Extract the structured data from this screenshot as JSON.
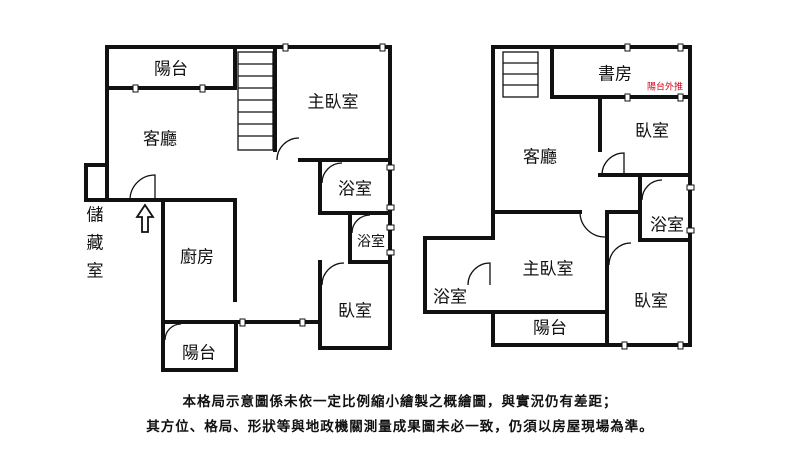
{
  "left_plan": {
    "rooms": {
      "balcony_top": "陽台",
      "living_room": "客廳",
      "master_bedroom": "主臥室",
      "bathroom_1": "浴室",
      "bathroom_2": "浴室",
      "kitchen": "廚房",
      "bedroom": "臥室",
      "balcony_bottom": "陽台",
      "storage_1": "儲",
      "storage_2": "藏",
      "storage_3": "室"
    }
  },
  "right_plan": {
    "rooms": {
      "study": "書房",
      "balcony_note": "陽台外推",
      "living_room": "客廳",
      "bedroom_1": "臥室",
      "bathroom_1": "浴室",
      "bathroom_2": "浴室",
      "master_bedroom": "主臥室",
      "balcony": "陽台",
      "bedroom_2": "臥室"
    }
  },
  "disclaimer": {
    "line1": "本格局示意圖係未依一定比例縮小繪製之概繪圖，與實況仍有差距；",
    "line2": "其方位、格局、形狀等與地政機關測量成果圖未必一致，仍須以房屋現場為準。"
  }
}
